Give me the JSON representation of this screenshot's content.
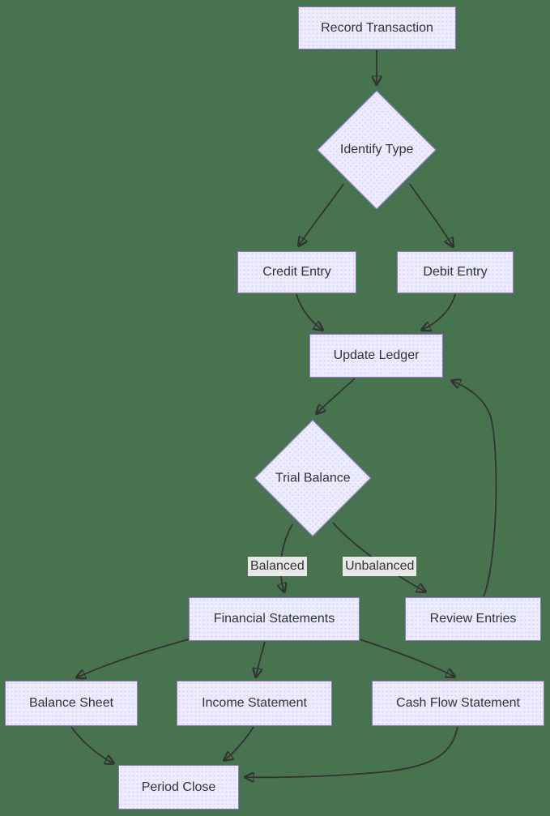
{
  "diagram": {
    "type": "flowchart",
    "direction": "top-down",
    "colors": {
      "background": "#48734F",
      "node_fill": "#ECECFF",
      "node_stroke": "#9370DB",
      "edge_color": "#333333",
      "text_color": "#333333",
      "edge_label_background": "#e8e8e8"
    },
    "nodes": [
      {
        "id": "record_transaction",
        "label": "Record Transaction",
        "shape": "rect"
      },
      {
        "id": "identify_type",
        "label": "Identify Type",
        "shape": "diamond"
      },
      {
        "id": "credit_entry",
        "label": "Credit Entry",
        "shape": "rect"
      },
      {
        "id": "debit_entry",
        "label": "Debit Entry",
        "shape": "rect"
      },
      {
        "id": "update_ledger",
        "label": "Update Ledger",
        "shape": "rect"
      },
      {
        "id": "trial_balance",
        "label": "Trial Balance",
        "shape": "diamond"
      },
      {
        "id": "financial_statements",
        "label": "Financial Statements",
        "shape": "rect"
      },
      {
        "id": "review_entries",
        "label": "Review Entries",
        "shape": "rect"
      },
      {
        "id": "balance_sheet",
        "label": "Balance Sheet",
        "shape": "rect"
      },
      {
        "id": "income_statement",
        "label": "Income Statement",
        "shape": "rect"
      },
      {
        "id": "cash_flow_statement",
        "label": "Cash Flow Statement",
        "shape": "rect"
      },
      {
        "id": "period_close",
        "label": "Period Close",
        "shape": "rect"
      }
    ],
    "edges": [
      {
        "from": "record_transaction",
        "to": "identify_type",
        "label": ""
      },
      {
        "from": "identify_type",
        "to": "credit_entry",
        "label": ""
      },
      {
        "from": "identify_type",
        "to": "debit_entry",
        "label": ""
      },
      {
        "from": "credit_entry",
        "to": "update_ledger",
        "label": ""
      },
      {
        "from": "debit_entry",
        "to": "update_ledger",
        "label": ""
      },
      {
        "from": "update_ledger",
        "to": "trial_balance",
        "label": ""
      },
      {
        "from": "trial_balance",
        "to": "financial_statements",
        "label": "Balanced"
      },
      {
        "from": "trial_balance",
        "to": "review_entries",
        "label": "Unbalanced"
      },
      {
        "from": "review_entries",
        "to": "update_ledger",
        "label": ""
      },
      {
        "from": "financial_statements",
        "to": "balance_sheet",
        "label": ""
      },
      {
        "from": "financial_statements",
        "to": "income_statement",
        "label": ""
      },
      {
        "from": "financial_statements",
        "to": "cash_flow_statement",
        "label": ""
      },
      {
        "from": "balance_sheet",
        "to": "period_close",
        "label": ""
      },
      {
        "from": "income_statement",
        "to": "period_close",
        "label": ""
      },
      {
        "from": "cash_flow_statement",
        "to": "period_close",
        "label": ""
      }
    ]
  }
}
